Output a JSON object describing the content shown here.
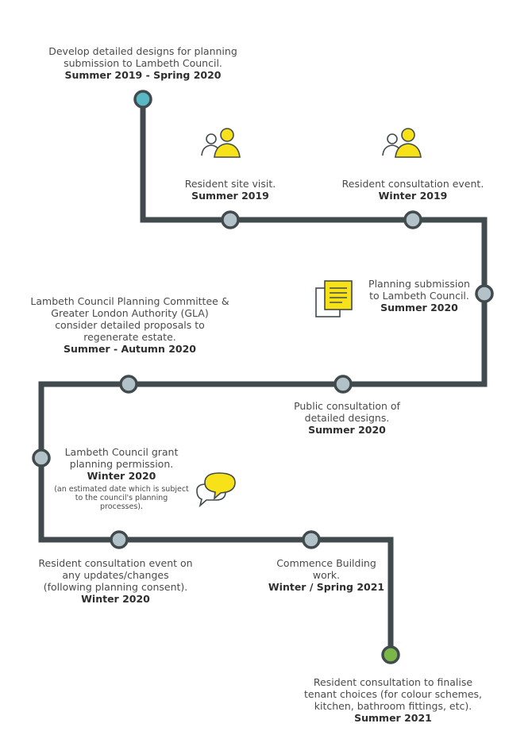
{
  "colors": {
    "line": "#414a4c",
    "node": "#b3c1c8",
    "start": "#5ab7c4",
    "end": "#7ab648",
    "accent": "#f7e21a"
  },
  "steps": [
    {
      "text": "Develop detailed designs for planning submission to Lambeth Council.",
      "date": "Summer 2019 - Spring 2020"
    },
    {
      "text": "Resident site visit.",
      "date": "Summer 2019"
    },
    {
      "text": "Resident consultation event.",
      "date": "Winter 2019"
    },
    {
      "text": "Planning submission to Lambeth Council.",
      "date": "Summer 2020"
    },
    {
      "text": "Public consultation of detailed designs.",
      "date": "Summer 2020"
    },
    {
      "text": "Lambeth Council Planning Committee & Greater London Authority (GLA) consider detailed proposals to regenerate estate.",
      "date": "Summer - Autumn 2020"
    },
    {
      "text": "Lambeth Council grant planning permission.",
      "date": "Winter 2020",
      "note": "(an estimated date which is subject to the council's planning processes)."
    },
    {
      "text": "Resident consultation event on any updates/changes (following planning consent).",
      "date": "Winter 2020"
    },
    {
      "text": "Commence Building work.",
      "date": "Winter / Spring 2021"
    },
    {
      "text": "Resident consultation to finalise tenant choices (for colour schemes, kitchen, bathroom fittings, etc).",
      "date": "Summer 2021"
    }
  ],
  "icons": [
    "people-icon",
    "people-icon",
    "document-icon",
    "speech-bubbles-icon"
  ]
}
